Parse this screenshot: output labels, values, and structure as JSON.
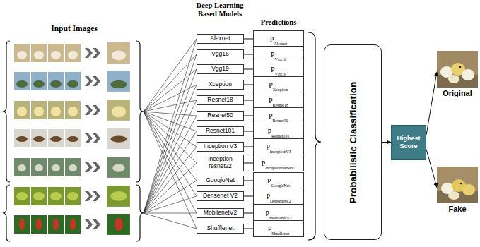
{
  "diagram": {
    "nodes": [
      {
        "text": [
          "Alexnet"
        ]
      },
      {
        "text": [
          "Vgg16"
        ]
      },
      {
        "text": [
          "Vgg19"
        ]
      },
      {
        "text": [
          "Xception"
        ]
      },
      {
        "text": [
          "Resnet18"
        ]
      },
      {
        "text": [
          "Resnet50"
        ]
      },
      {
        "text": [
          "Resnet101"
        ]
      },
      {
        "text": [
          "Inception V3"
        ]
      },
      {
        "text": [
          "Inception resnetv2"
        ]
      },
      {
        "text": [
          "GoogloNet"
        ]
      },
      {
        "text": [
          "Densenet V2"
        ]
      },
      {
        "text": [
          "MobilenetV2"
        ]
      },
      {
        "text": [
          "Shufflenet"
        ]
      },
      {
        "text": [
          "P",
          "Alexnet"
        ]
      },
      {
        "text": [
          "P",
          "Vgg16"
        ]
      },
      {
        "text": [
          "P",
          "Vgg19"
        ]
      },
      {
        "text": [
          "P",
          "Xception"
        ]
      },
      {
        "text": [
          "P",
          "Resnet18"
        ]
      },
      {
        "text": [
          "P",
          "Resnet50"
        ]
      },
      {
        "text": [
          "P",
          "Resnet101"
        ]
      },
      {
        "text": [
          "P",
          "InceptionV3"
        ]
      },
      {
        "text": [
          "P",
          "Inceptionresnetv2"
        ]
      },
      {
        "text": [
          "P",
          "GoogleNet"
        ]
      },
      {
        "text": [
          "P",
          "DensenetV2"
        ]
      },
      {
        "text": [
          "P",
          "MobilenetV2"
        ]
      },
      {
        "text": [
          "P",
          "Shufflenet"
        ]
      },
      {
        "text": [
          "Probabilistic Classification"
        ]
      },
      {
        "text": [
          "Highest Score"
        ]
      },
      {
        "text": [
          "Original"
        ]
      },
      {
        "text": [
          "Fake"
        ]
      }
    ],
    "edges": [
      {
        "from": 0,
        "to": 13,
        "arrow": "none"
      },
      {
        "from": 1,
        "to": 14,
        "arrow": "none"
      },
      {
        "from": 2,
        "to": 15,
        "arrow": "none"
      },
      {
        "from": 3,
        "to": 16,
        "arrow": "none"
      },
      {
        "from": 4,
        "to": 17,
        "arrow": "none"
      },
      {
        "from": 5,
        "to": 18,
        "arrow": "none"
      },
      {
        "from": 6,
        "to": 19,
        "arrow": "none"
      },
      {
        "from": 7,
        "to": 20,
        "arrow": "none"
      },
      {
        "from": 8,
        "to": 21,
        "arrow": "none"
      },
      {
        "from": 9,
        "to": 22,
        "arrow": "none"
      },
      {
        "from": 10,
        "to": 23,
        "arrow": "none"
      },
      {
        "from": 11,
        "to": 24,
        "arrow": "none"
      },
      {
        "from": 12,
        "to": 25,
        "arrow": "none"
      },
      {
        "from": 26,
        "to": 27,
        "arrow": "to"
      },
      {
        "from": 27,
        "to": 28,
        "arrow": "to"
      },
      {
        "from": 27,
        "to": 29,
        "arrow": "to"
      }
    ],
    "labels": [
      "Input Images",
      "Deep Learning Based Models",
      "Predictions"
    ]
  }
}
